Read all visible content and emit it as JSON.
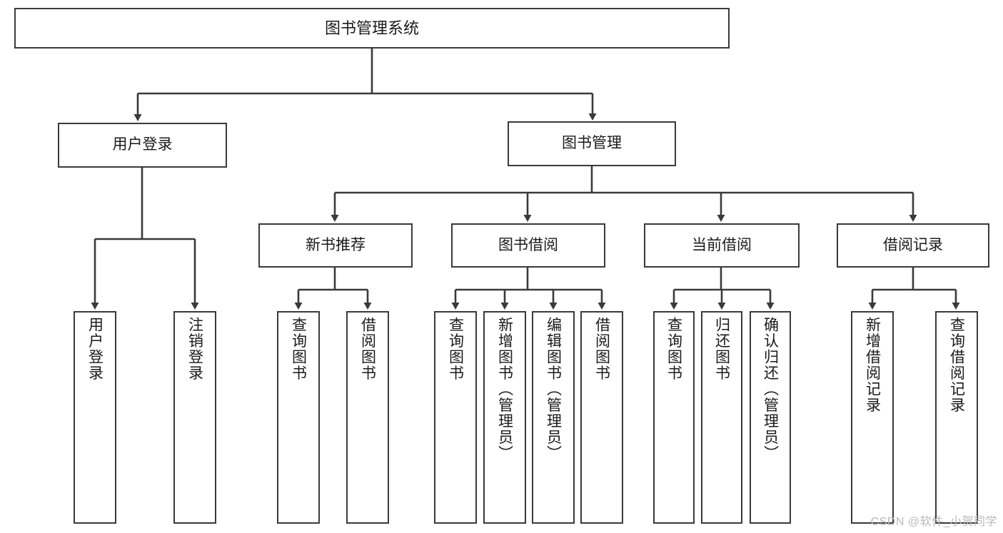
{
  "diagram": {
    "title": "图书管理系统",
    "type": "tree-hierarchy-chart",
    "orientation": "top-down",
    "colors": {
      "box_border": "#3a3a3a",
      "box_fill": "#ffffff",
      "connector": "#3a3a3a",
      "text": "#1a1a1a",
      "watermark": "#b9b9b9"
    }
  },
  "root": {
    "label": "图书管理系统"
  },
  "level2": [
    {
      "label": "用户登录"
    },
    {
      "label": "图书管理"
    }
  ],
  "level3": [
    {
      "label": "新书推荐"
    },
    {
      "label": "图书借阅"
    },
    {
      "label": "当前借阅"
    },
    {
      "label": "借阅记录"
    }
  ],
  "leaves": {
    "user_login": [
      {
        "label": "用户登录"
      },
      {
        "label": "注销登录"
      }
    ],
    "new_book_recommend": [
      {
        "label": "查询图书"
      },
      {
        "label": "借阅图书"
      }
    ],
    "book_borrow": [
      {
        "label": "查询图书"
      },
      {
        "label": "新增图书（管理员）"
      },
      {
        "label": "编辑图书（管理员）"
      },
      {
        "label": "借阅图书"
      }
    ],
    "current_borrow": [
      {
        "label": "查询图书"
      },
      {
        "label": "归还图书"
      },
      {
        "label": "确认归还（管理员）"
      }
    ],
    "borrow_records": [
      {
        "label": "新增借阅记录"
      },
      {
        "label": "查询借阅记录"
      }
    ]
  },
  "watermark": {
    "text": "CSDN @软件_小贺同学"
  }
}
